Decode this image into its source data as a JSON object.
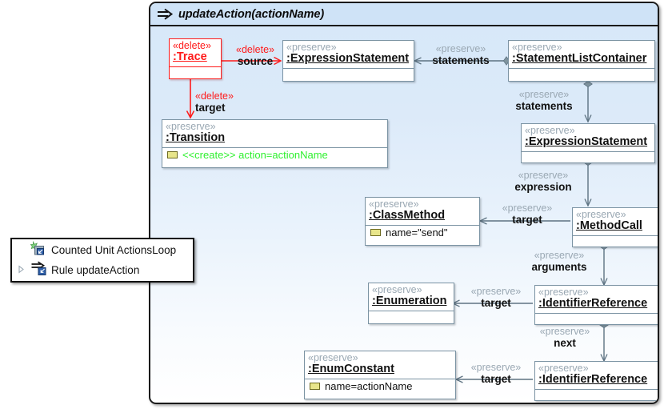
{
  "panel": {
    "header_title": "updateAction(actionName)",
    "header_icon": "double-arrow-icon"
  },
  "colors": {
    "delete": "#ff1a1a",
    "create": "#2ff02f",
    "preserve_stereotype": "#9aa8b3",
    "node_border": "#7b93a3",
    "panel_border": "#1a1a1a",
    "panel_bg_top": "#d6e8f9",
    "header_bg": "#cfe3f7",
    "attr_icon": "#e8e58a"
  },
  "nodes": [
    {
      "id": "trace",
      "stereotype": "«delete»",
      "instance_name": ":Trace",
      "mode": "delete",
      "attributes": []
    },
    {
      "id": "expression-statement-1",
      "stereotype": "«preserve»",
      "instance_name": ":ExpressionStatement",
      "mode": "preserve",
      "attributes": []
    },
    {
      "id": "statement-list-container",
      "stereotype": "«preserve»",
      "instance_name": ":StatementListContainer",
      "mode": "preserve",
      "attributes": []
    },
    {
      "id": "transition",
      "stereotype": "«preserve»",
      "instance_name": ":Transition",
      "mode": "preserve",
      "attributes": [
        {
          "icon": "attribute-icon",
          "text": "<<create>> action=actionName",
          "mode": "create"
        }
      ]
    },
    {
      "id": "expression-statement-2",
      "stereotype": "«preserve»",
      "instance_name": ":ExpressionStatement",
      "mode": "preserve",
      "attributes": []
    },
    {
      "id": "class-method",
      "stereotype": "«preserve»",
      "instance_name": ":ClassMethod",
      "mode": "preserve",
      "attributes": [
        {
          "icon": "attribute-icon",
          "text": "name=\"send\"",
          "mode": "preserve"
        }
      ]
    },
    {
      "id": "method-call",
      "stereotype": "«preserve»",
      "instance_name": ":MethodCall",
      "mode": "preserve",
      "attributes": []
    },
    {
      "id": "enumeration",
      "stereotype": "«preserve»",
      "instance_name": ":Enumeration",
      "mode": "preserve",
      "attributes": []
    },
    {
      "id": "identifier-reference-1",
      "stereotype": "«preserve»",
      "instance_name": ":IdentifierReference",
      "mode": "preserve",
      "attributes": []
    },
    {
      "id": "enum-constant",
      "stereotype": "«preserve»",
      "instance_name": ":EnumConstant",
      "mode": "preserve",
      "attributes": [
        {
          "icon": "attribute-icon",
          "text": "name=actionName",
          "mode": "preserve"
        }
      ]
    },
    {
      "id": "identifier-reference-2",
      "stereotype": "«preserve»",
      "instance_name": ":IdentifierReference",
      "mode": "preserve",
      "attributes": []
    }
  ],
  "edges": [
    {
      "id": "trace-source",
      "stereotype": "«delete»",
      "name": "source",
      "mode": "delete",
      "arrow": "open"
    },
    {
      "id": "trace-target",
      "stereotype": "«delete»",
      "name": "target",
      "mode": "delete",
      "arrow": "open"
    },
    {
      "id": "slc-statements-1",
      "stereotype": "«preserve»",
      "name": "statements",
      "mode": "preserve",
      "arrow": "diamond"
    },
    {
      "id": "slc-statements-2",
      "stereotype": "«preserve»",
      "name": "statements",
      "mode": "preserve",
      "arrow": "diamond"
    },
    {
      "id": "es2-expression",
      "stereotype": "«preserve»",
      "name": "expression",
      "mode": "preserve",
      "arrow": "diamond"
    },
    {
      "id": "mc-target",
      "stereotype": "«preserve»",
      "name": "target",
      "mode": "preserve",
      "arrow": "open"
    },
    {
      "id": "mc-arguments",
      "stereotype": "«preserve»",
      "name": "arguments",
      "mode": "preserve",
      "arrow": "diamond"
    },
    {
      "id": "ir1-target",
      "stereotype": "«preserve»",
      "name": "target",
      "mode": "preserve",
      "arrow": "open"
    },
    {
      "id": "ir1-next",
      "stereotype": "«preserve»",
      "name": "next",
      "mode": "preserve",
      "arrow": "diamond"
    },
    {
      "id": "ir2-target",
      "stereotype": "«preserve»",
      "name": "target",
      "mode": "preserve",
      "arrow": "open"
    }
  ],
  "popup": {
    "rows": [
      {
        "twisty": "none",
        "icon": "counted-unit-icon",
        "label": "Counted Unit ActionsLoop"
      },
      {
        "twisty": "chevron-right",
        "icon": "rule-icon",
        "label": "Rule updateAction"
      }
    ]
  }
}
